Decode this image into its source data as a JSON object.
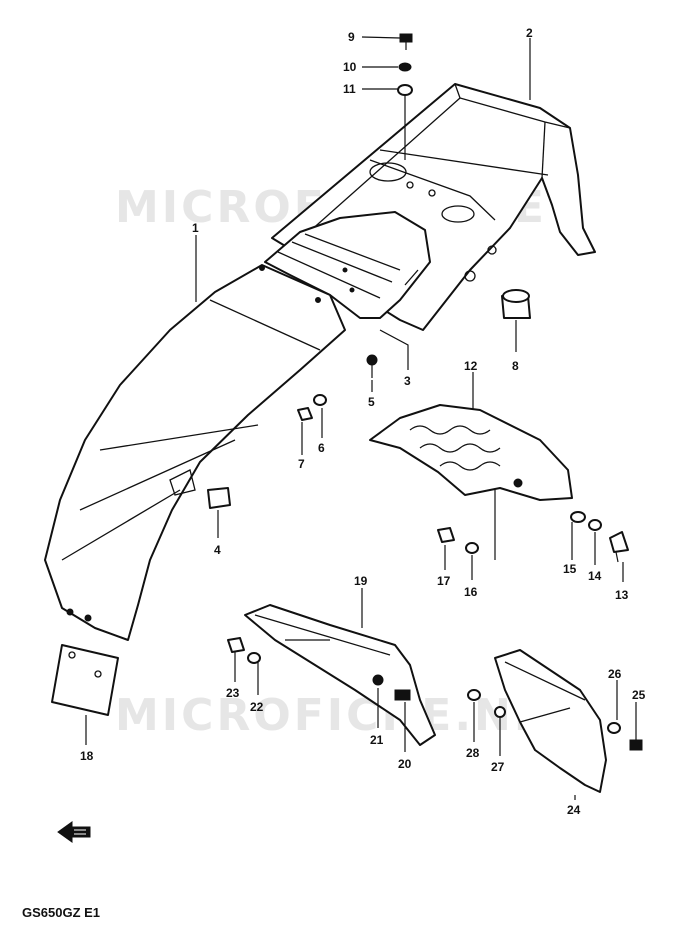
{
  "watermark": "MICROFICHE.NET",
  "footer_code": "GS650GZ E1",
  "callouts": {
    "p1": "1",
    "p2": "2",
    "p3": "3",
    "p4": "4",
    "p5": "5",
    "p6": "6",
    "p7": "7",
    "p8": "8",
    "p9": "9",
    "p10": "10",
    "p11": "11",
    "p12": "12",
    "p13": "13",
    "p14": "14",
    "p15": "15",
    "p16": "16",
    "p17": "17",
    "p18": "18",
    "p19": "19",
    "p20": "20",
    "p21": "21",
    "p22": "22",
    "p23": "23",
    "p24": "24",
    "p25": "25",
    "p26": "26",
    "p27": "27",
    "p28": "28"
  },
  "icons": {
    "front_arrow": "front-direction-arrow-icon"
  }
}
